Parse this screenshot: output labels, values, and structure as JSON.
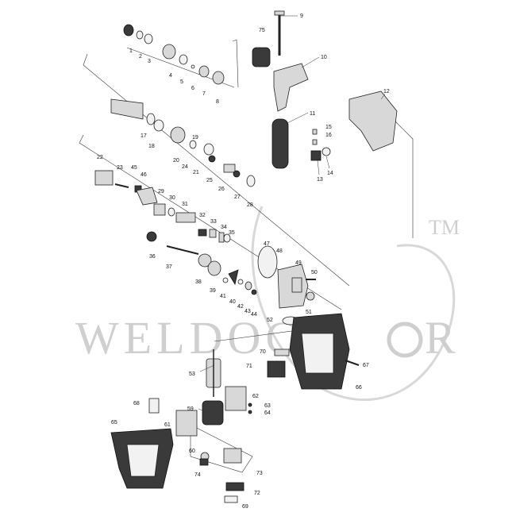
{
  "watermark": {
    "text": "WELDOCT",
    "text_end": "R",
    "trademark": "TM"
  },
  "labels": [
    "1",
    "2",
    "3",
    "4",
    "5",
    "6",
    "7",
    "8",
    "9",
    "10",
    "11",
    "12",
    "13",
    "14",
    "15",
    "16",
    "17",
    "18",
    "19",
    "20",
    "21",
    "22",
    "23",
    "24",
    "25",
    "26",
    "27",
    "28",
    "29",
    "30",
    "31",
    "32",
    "33",
    "34",
    "35",
    "36",
    "37",
    "38",
    "39",
    "40",
    "41",
    "42",
    "43",
    "44",
    "45",
    "46",
    "47",
    "48",
    "49",
    "50",
    "51",
    "52",
    "53",
    "59",
    "60",
    "61",
    "62",
    "63",
    "64",
    "65",
    "66",
    "67",
    "68",
    "69",
    "70",
    "71",
    "72",
    "73",
    "74",
    "75"
  ]
}
